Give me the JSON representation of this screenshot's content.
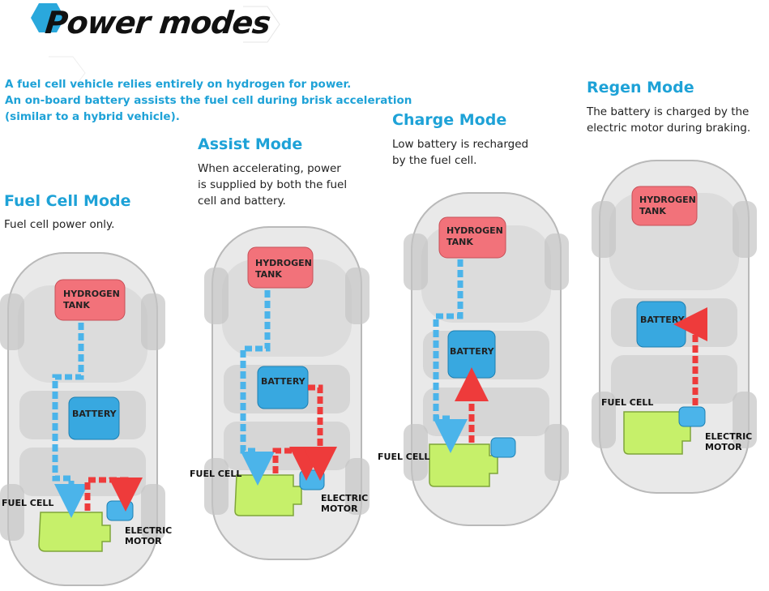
{
  "header": {
    "title": "Power modes"
  },
  "intro": {
    "line1": "A fuel cell vehicle relies entirely on hydrogen for power.",
    "line2": "An on-board battery assists the fuel cell during brisk acceleration",
    "line3": "(similar to a hybrid vehicle)."
  },
  "colors": {
    "accent": "#1ea2d7",
    "hydrogen": "#f06a72",
    "battery": "#34a6e0",
    "fuel_cell": "#c6f06a",
    "flow_blue": "#4bb4ea",
    "flow_red": "#ee3b3b",
    "car_body": "#dcdcdc"
  },
  "modes": [
    {
      "title": "Fuel Cell Mode",
      "desc": [
        "Fuel cell power only."
      ],
      "labels": {
        "hydrogen_1": "HYDROGEN",
        "hydrogen_2": "TANK",
        "battery": "BATTERY",
        "fuel_cell": "FUEL CELL",
        "motor_1": "ELECTRIC",
        "motor_2": "MOTOR"
      }
    },
    {
      "title": "Assist Mode",
      "desc": [
        "When accelerating, power",
        "is supplied by both the fuel",
        "cell and battery."
      ],
      "labels": {
        "hydrogen_1": "HYDROGEN",
        "hydrogen_2": "TANK",
        "battery": "BATTERY",
        "fuel_cell": "FUEL CELL",
        "motor_1": "ELECTRIC",
        "motor_2": "MOTOR"
      }
    },
    {
      "title": "Charge Mode",
      "desc": [
        "Low battery is recharged",
        "by the fuel cell."
      ],
      "labels": {
        "hydrogen_1": "HYDROGEN",
        "hydrogen_2": "TANK",
        "battery": "BATTERY",
        "fuel_cell": "FUEL CELL"
      }
    },
    {
      "title": "Regen Mode",
      "desc": [
        "The battery is charged by the",
        "electric motor during braking."
      ],
      "labels": {
        "hydrogen_1": "HYDROGEN",
        "hydrogen_2": "TANK",
        "battery": "BATTERY",
        "fuel_cell": "FUEL CELL",
        "motor_1": "ELECTRIC",
        "motor_2": "MOTOR"
      }
    }
  ]
}
